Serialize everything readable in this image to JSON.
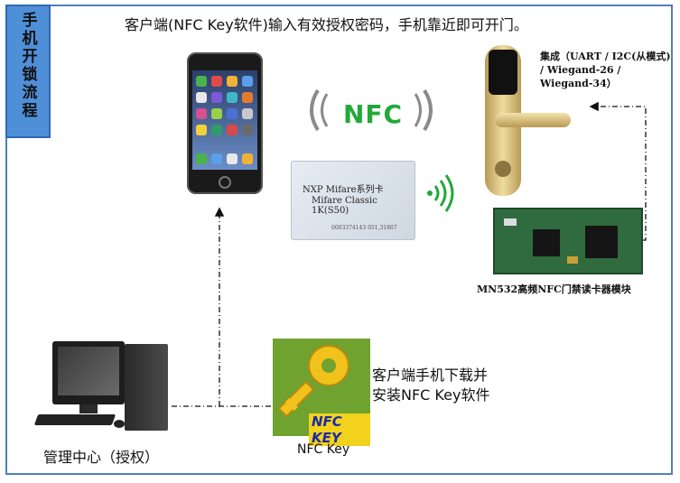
{
  "side_title": "手机开锁流程",
  "headline": "客户端(NFC Key软件)输入有效授权密码，手机靠近即可开门。",
  "nodes": {
    "lock_integration": "集成（UART / I2C(从模式) / Wiegand-26 / Wiegand-34）",
    "reader_module": "MN532高频NFC门禁读卡器模块",
    "client_download": [
      "客户端手机下载并",
      "安装NFC Key软件"
    ],
    "nfc_key_caption": "NFC Key",
    "management_center": "管理中心（授权）"
  },
  "nfc_logo": "NFC",
  "card": {
    "line1": "NXP Mifare系列卡",
    "line2": "Mifare Classic 1K(S50)",
    "serial": "0003374143 051,31867"
  },
  "key_icon_text": "NFC KEY",
  "colors": {
    "frame": "#4f7fc0",
    "title_bg": "#4f8fd8",
    "nfc_green": "#22a93a",
    "key_bg": "#6fa22f",
    "module_green": "#2f6b3e"
  }
}
